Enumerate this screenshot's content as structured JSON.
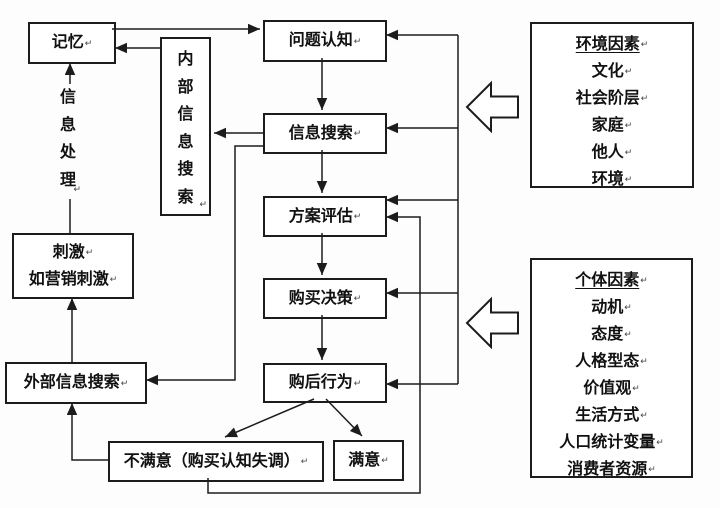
{
  "nodes": {
    "memory": {
      "label": "记忆"
    },
    "internal_search": {
      "label": "内部信息搜索"
    },
    "problem_recognition": {
      "label": "问题认知"
    },
    "info_search": {
      "label": "信息搜索"
    },
    "evaluation": {
      "label": "方案评估"
    },
    "purchase_decision": {
      "label": "购买决策"
    },
    "post_purchase": {
      "label": "购后行为"
    },
    "dissatisfied": {
      "label": "不满意（购买认知失调）"
    },
    "satisfied": {
      "label": "满意"
    },
    "stimulus": {
      "line1": "刺激",
      "line2": "如营销刺激"
    },
    "external_search": {
      "label": "外部信息搜索"
    },
    "info_processing": {
      "label": "信息处理"
    }
  },
  "panels": {
    "environment": {
      "title": "环境因素",
      "items": [
        "文化",
        "社会阶层",
        "家庭",
        "他人",
        "环境"
      ]
    },
    "individual": {
      "title": "个体因素",
      "items": [
        "动机",
        "态度",
        "人格型态",
        "价值观",
        "生活方式",
        "人口统计变量",
        "消费者资源"
      ]
    }
  },
  "marks": {
    "paragraph": "↵"
  },
  "colors": {
    "line": "#1c1c1c",
    "background": "#fdfdfd",
    "text": "#111111"
  }
}
